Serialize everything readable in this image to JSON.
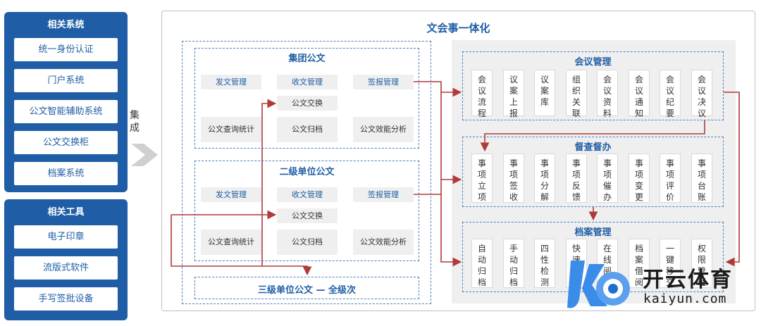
{
  "related_systems": {
    "title": "相关系统",
    "items": [
      "统一身份认证",
      "门户系统",
      "公文智能辅助系统",
      "公文交换柜",
      "档案系统"
    ]
  },
  "related_tools": {
    "title": "相关工具",
    "items": [
      "电子印章",
      "流版式软件",
      "手写签批设备"
    ]
  },
  "integrate_label": [
    "集",
    "成"
  ],
  "main_title": "文会事一体化",
  "group_doc": {
    "title": "集团公文",
    "row1": [
      "发文管理",
      "收文管理",
      "签报管理"
    ],
    "exchange": "公文交换",
    "row2": [
      "公文查询统计",
      "公文归档",
      "公文效能分析"
    ]
  },
  "second_doc": {
    "title": "二级单位公文",
    "row1": [
      "发文管理",
      "收文管理",
      "签报管理"
    ],
    "exchange": "公文交换",
    "row2": [
      "公文查询统计",
      "公文归档",
      "公文效能分析"
    ]
  },
  "third_doc": {
    "title": "三级单位公文 — 全级次"
  },
  "meeting": {
    "title": "会议管理",
    "items": [
      "会议流程",
      "议案上报",
      "议案库",
      "组织关联",
      "会议资料",
      "会议通知",
      "会议纪要",
      "会议决议"
    ]
  },
  "supervise": {
    "title": "督查督办",
    "items": [
      "事项立项",
      "事项签收",
      "事项分解",
      "事项反馈",
      "事项催办",
      "事项变更",
      "事项评价",
      "事项台账"
    ]
  },
  "archive": {
    "title": "档案管理",
    "items": [
      "自动归档",
      "手动归档",
      "四性检测",
      "快速检索",
      "在线阅览",
      "档案借阅",
      "一键移交",
      "权限管理"
    ]
  },
  "watermark": {
    "text": "开云体育",
    "sub": "kaiyun.com"
  },
  "colors": {
    "brand": "#1f5ea6",
    "arrow": "#b03a3a",
    "dash": "#4f81bd"
  }
}
